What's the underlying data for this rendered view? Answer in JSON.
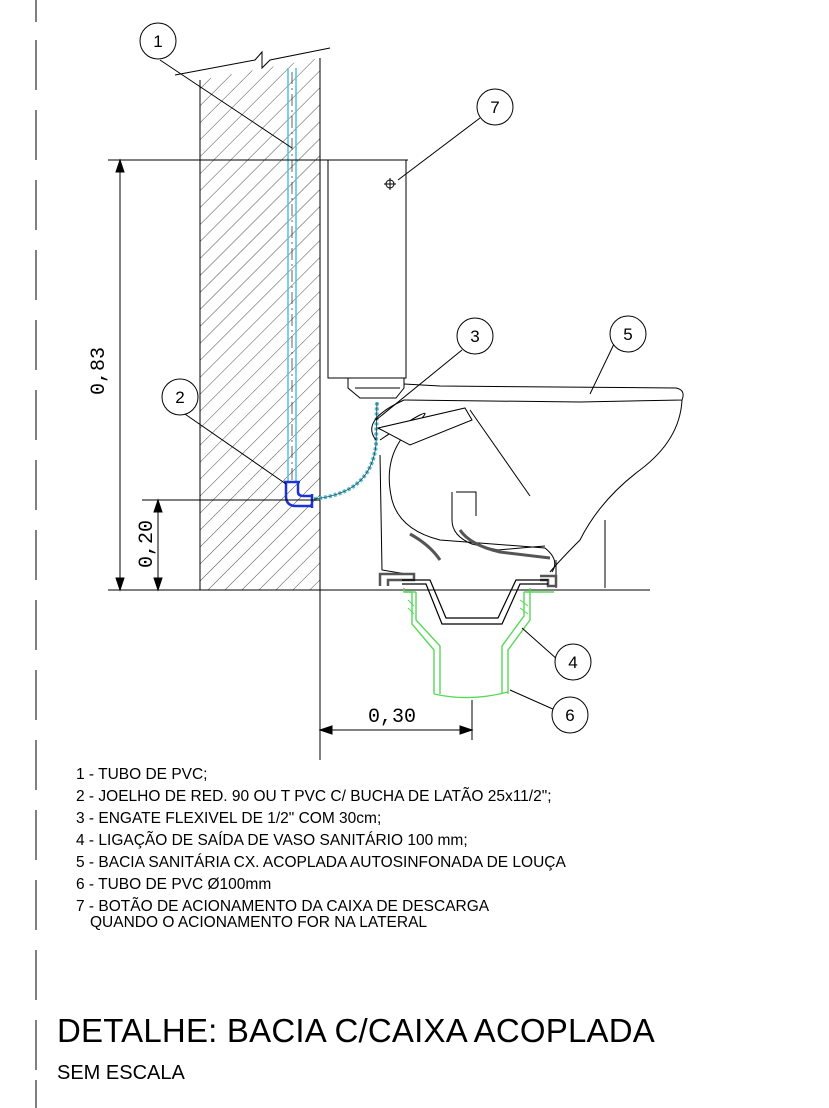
{
  "dimensions": {
    "total_height": "0,83",
    "inlet_height": "0,20",
    "wall_offset": "0,30"
  },
  "callouts": [
    "1",
    "2",
    "3",
    "4",
    "5",
    "6",
    "7"
  ],
  "legend": [
    "1 - TUBO DE PVC;",
    "2 - JOELHO DE RED. 90 OU T PVC C/ BUCHA DE LATÃO 25x11/2\";",
    "3 - ENGATE FLEXIVEL DE 1/2\" COM 30cm;",
    "4 - LIGAÇÃO DE SAÍDA DE VASO SANITÁRIO 100 mm;",
    "5 - BACIA SANITÁRIA  CX. ACOPLADA AUTOSINFONADA  DE LOUÇA",
    "6 - TUBO DE PVC Ø100mm",
    "7 - BOTÃO DE ACIONAMENTO DA CAIXA DE DESCARGA",
    "QUANDO O ACIONAMENTO FOR NA LATERAL"
  ],
  "title": "DETALHE: BACIA C/CAIXA ACOPLADA",
  "subtitle": "SEM ESCALA",
  "colors": {
    "line": "#000000",
    "water_pipe": "#4fc3d9",
    "fitting": "#1a33d6",
    "drain": "#57d957",
    "seal": "#555555"
  }
}
